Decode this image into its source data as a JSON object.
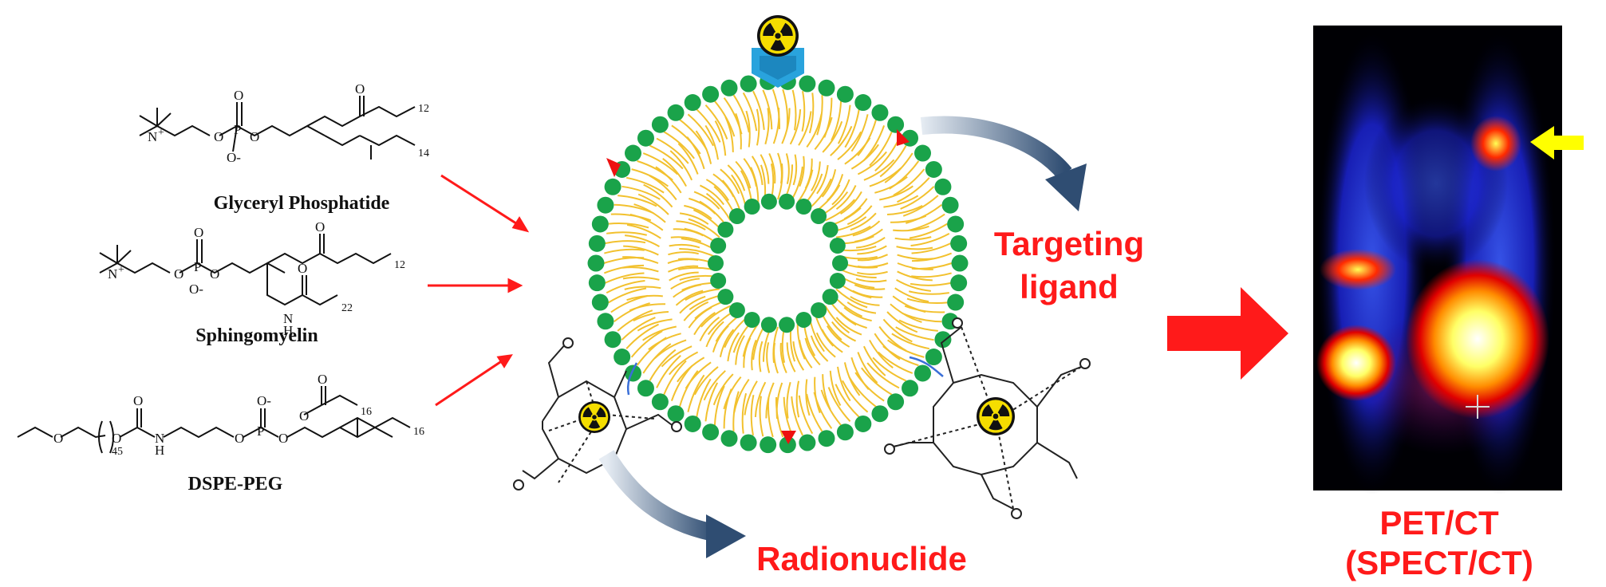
{
  "lipids": [
    {
      "name": "Glyceryl Phosphatide",
      "subscripts": [
        "12",
        "14"
      ]
    },
    {
      "name": "Sphingomyelin",
      "subscripts": [
        "12",
        "22"
      ]
    },
    {
      "name": "DSPE-PEG",
      "subscripts": [
        "45",
        "16",
        "16"
      ]
    }
  ],
  "atoms": {
    "N": "N",
    "P": "P",
    "O": "O",
    "H": "H",
    "Ominus": "O-",
    "plus": "+"
  },
  "labels": {
    "targeting_line1": "Targeting",
    "targeting_line2": "ligand",
    "radionuclide": "Radionuclide",
    "imaging_line1": "PET/CT",
    "imaging_line2": "(SPECT/CT)"
  },
  "colors": {
    "accent_red": "#ff1a1a",
    "lipid_head": "#1aa34a",
    "lipid_tail": "#f2c12e",
    "arrow_dark": "#3d5a80",
    "ligand": "#29a3dd"
  },
  "icons": [
    "radiation-icon"
  ]
}
